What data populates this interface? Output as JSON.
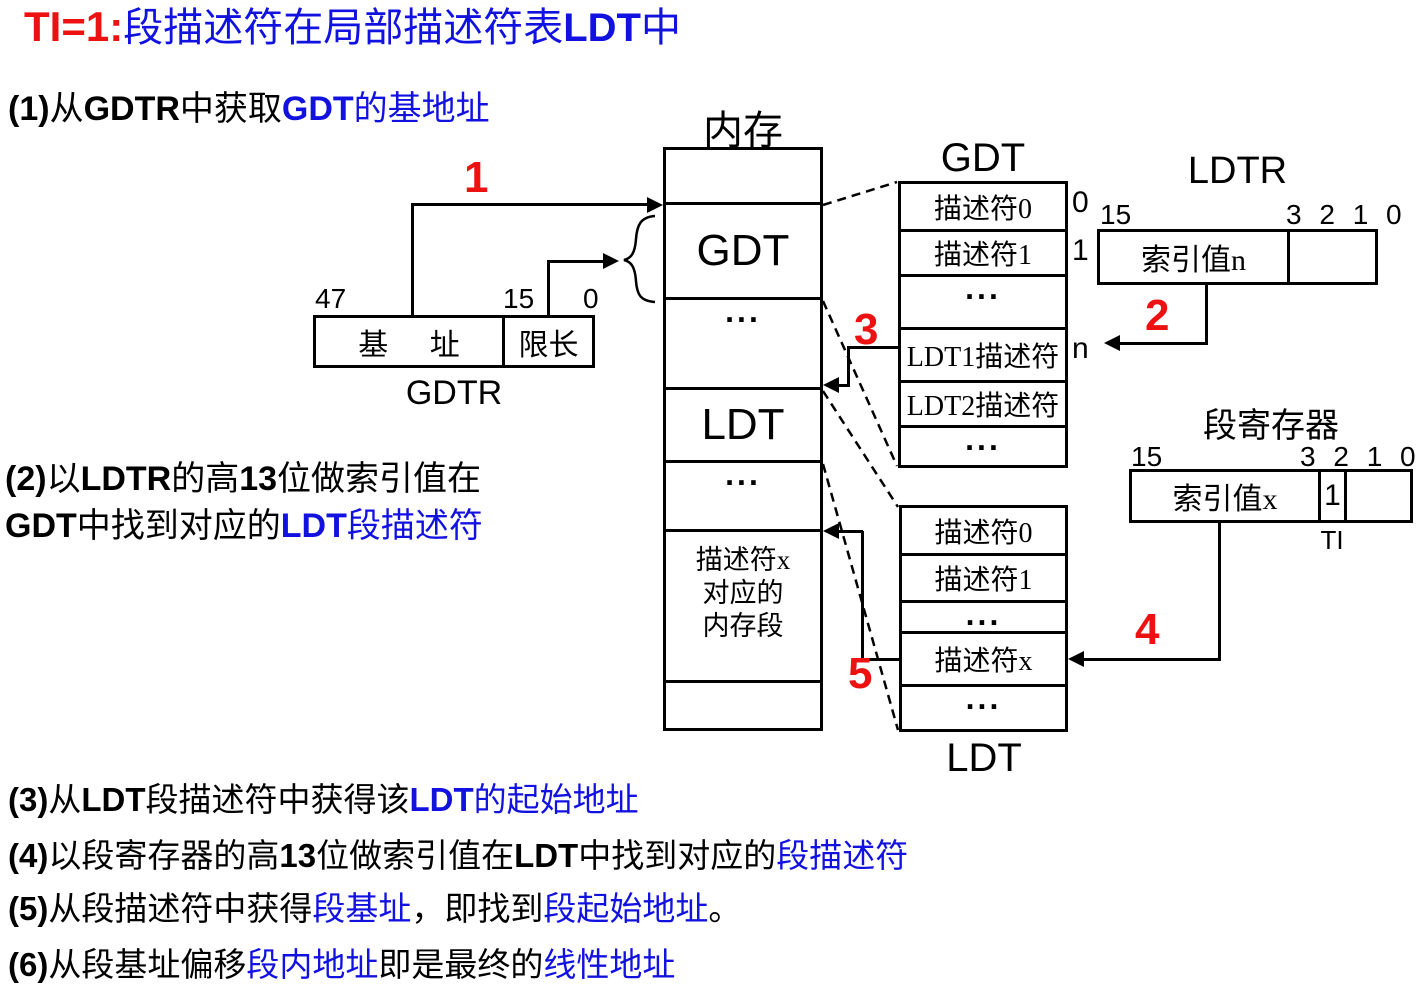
{
  "colors": {
    "red": "#ee1111",
    "blue": "#1212e0",
    "black": "#000000",
    "background": "#ffffff"
  },
  "title": {
    "parts": [
      {
        "t": "TI=1:"
      },
      {
        "t": "段描述符在局部描述符表"
      },
      {
        "t": "LDT"
      },
      {
        "t": "中"
      }
    ]
  },
  "step1": {
    "parts": [
      {
        "t": "(1)"
      },
      {
        "t": "从"
      },
      {
        "t": "GDTR"
      },
      {
        "t": "中获取"
      },
      {
        "t": "GDT"
      },
      {
        "t": "的基地址"
      }
    ]
  },
  "step2": {
    "line1": [
      {
        "t": "(2)"
      },
      {
        "t": "以"
      },
      {
        "t": "LDTR"
      },
      {
        "t": "的高"
      },
      {
        "t": "13"
      },
      {
        "t": "位做索引值在"
      }
    ],
    "line2": [
      {
        "t": "GDT"
      },
      {
        "t": "中找到对应的"
      },
      {
        "t": "LDT"
      },
      {
        "t": "段描述符"
      }
    ]
  },
  "step3": {
    "parts": [
      {
        "t": "(3)"
      },
      {
        "t": "从"
      },
      {
        "t": "LDT"
      },
      {
        "t": "段描述符中获得该"
      },
      {
        "t": "LDT"
      },
      {
        "t": "的起始地址"
      }
    ]
  },
  "step4": {
    "parts": [
      {
        "t": "(4)"
      },
      {
        "t": "以段寄存器的高"
      },
      {
        "t": "13"
      },
      {
        "t": "位做索引值在"
      },
      {
        "t": "LDT"
      },
      {
        "t": "中找到对应的"
      },
      {
        "t": "段描述符"
      }
    ]
  },
  "step5": {
    "parts": [
      {
        "t": "(5)"
      },
      {
        "t": "从段描述符中获得"
      },
      {
        "t": "段基址"
      },
      {
        "t": "，即找到"
      },
      {
        "t": "段起始地址"
      },
      {
        "t": "。"
      }
    ]
  },
  "step6": {
    "parts": [
      {
        "t": "(6)"
      },
      {
        "t": "从段基址偏移"
      },
      {
        "t": "段内地址"
      },
      {
        "t": "即是最终的"
      },
      {
        "t": "线性地址"
      }
    ]
  },
  "memory": {
    "title": "内存",
    "row_gdt": "GDT",
    "row_ldt": "LDT",
    "dots": "...",
    "segment_lines": [
      "描述符x",
      "对应的",
      "内存段"
    ]
  },
  "gdt_table": {
    "title": "GDT",
    "rows": [
      "描述符0",
      "描述符1",
      "...",
      "LDT1描述符",
      "LDT2描述符",
      "..."
    ],
    "side_labels": [
      "0",
      "1",
      "n"
    ]
  },
  "ldt_table": {
    "title": "LDT",
    "rows": [
      "描述符0",
      "描述符1",
      "...",
      "描述符x",
      "..."
    ]
  },
  "ldtr": {
    "title": "LDTR",
    "bit_high": "15",
    "bits_low": "3 2 1 0",
    "index_value": "索引值n"
  },
  "seg_reg": {
    "title": "段寄存器",
    "bit_high": "15",
    "bits_low": "3 2 1 0",
    "index_value": "索引值x",
    "ti_value": "1",
    "ti_label": "TI"
  },
  "gdtr": {
    "label": "GDTR",
    "bit47": "47",
    "bit15": "15",
    "bit0": "0",
    "base": "基 址",
    "limit": "限长"
  },
  "arrow_labels": {
    "n1": "1",
    "n2": "2",
    "n3": "3",
    "n4": "4",
    "n5": "5"
  }
}
